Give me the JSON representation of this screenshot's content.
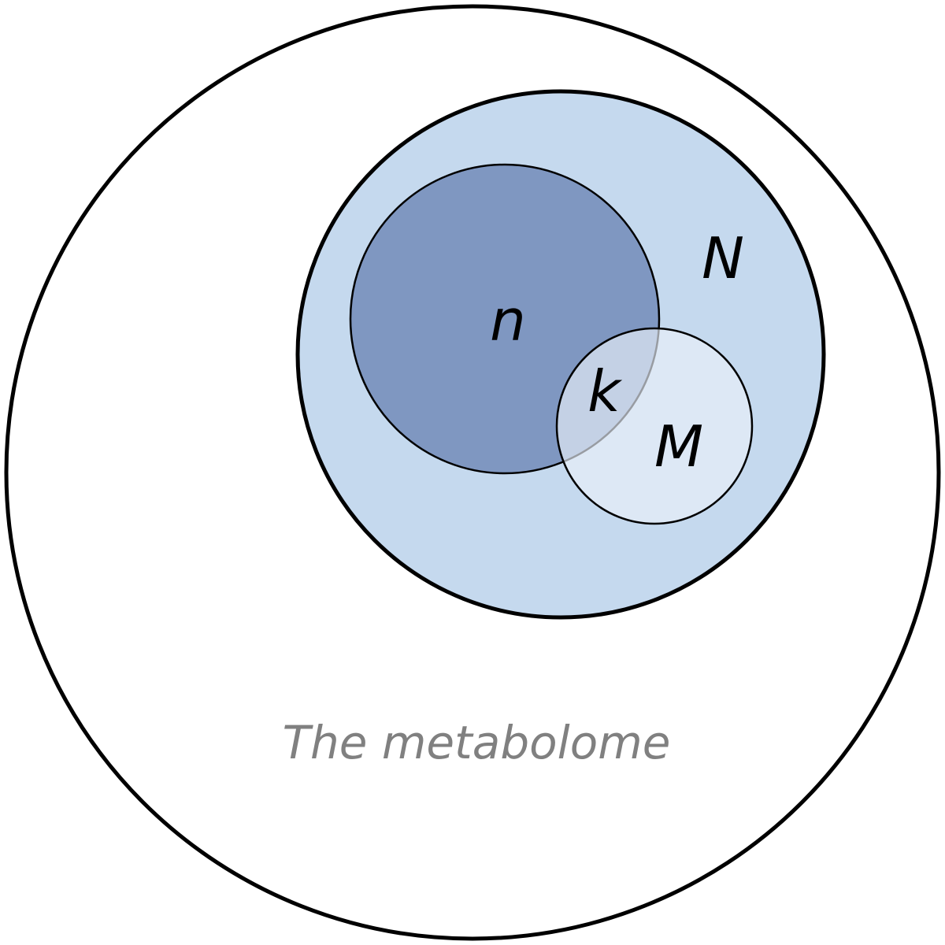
{
  "diagram": {
    "universe_label": "The metabolome",
    "sets": {
      "N": {
        "label": "N",
        "color": "#c5d9ee"
      },
      "n": {
        "label": "n",
        "color": "#7f97c1"
      },
      "M": {
        "label": "M",
        "color": "#e9f0f9"
      },
      "k": {
        "label": "k"
      }
    },
    "colors": {
      "outline": "#000000",
      "universe_fill": "#ffffff",
      "universe_label": "#808080"
    }
  }
}
